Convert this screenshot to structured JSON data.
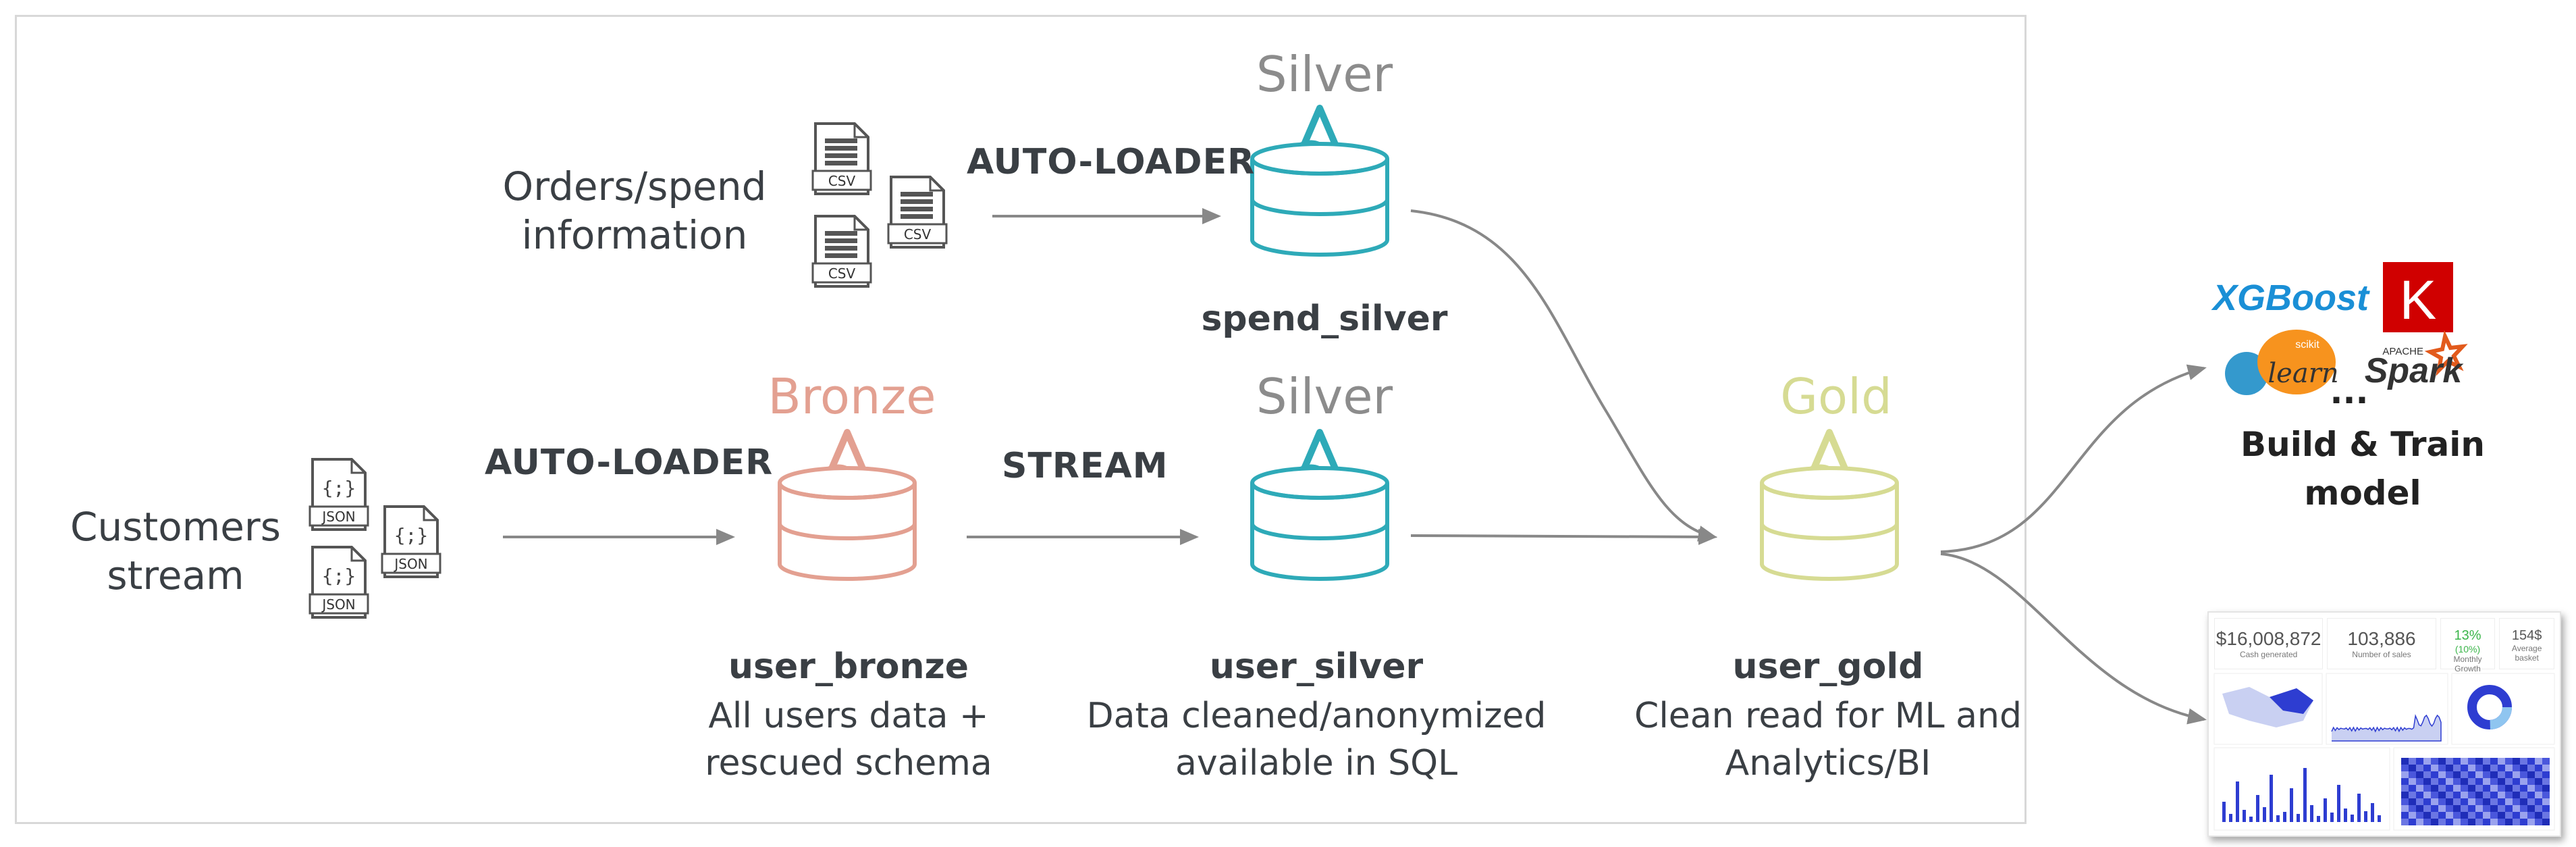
{
  "tiers": {
    "silver_top": "Silver",
    "bronze": "Bronze",
    "silver_mid": "Silver",
    "gold": "Gold"
  },
  "sources": {
    "orders": [
      "Orders/spend",
      "information"
    ],
    "customers": [
      "Customers",
      "stream"
    ]
  },
  "file_labels": {
    "csv": "CSV",
    "json": "JSON",
    "json_glyph": "{;}"
  },
  "edges": {
    "orders_loader": "AUTO-LOADER",
    "customers_loader": "AUTO-LOADER",
    "stream": "STREAM"
  },
  "tables": {
    "spend_silver": "spend_silver",
    "user_bronze": {
      "name": "user_bronze",
      "desc": [
        "All users data +",
        "rescued schema"
      ]
    },
    "user_silver": {
      "name": "user_silver",
      "desc": [
        "Data cleaned/anonymized",
        "available in SQL"
      ]
    },
    "user_gold": {
      "name": "user_gold",
      "desc": [
        "Clean read for ML and",
        "Analytics/BI"
      ]
    }
  },
  "ml": {
    "logos": {
      "xgboost": "XGBoost",
      "keras": "K",
      "sklearn_small": "scikit",
      "sklearn": "learn",
      "spark_small": "APACHE",
      "spark": "Spark"
    },
    "ellipsis": "...",
    "caption": [
      "Build & Train",
      "model"
    ]
  },
  "dashboard": {
    "kpis": [
      {
        "value": "$16,008,872",
        "label": "Cash generated"
      },
      {
        "value": "103,886",
        "label": "Number of sales"
      },
      {
        "value": "13%",
        "sub": "(10%)",
        "label": "Monthly Growth"
      },
      {
        "value": "154$",
        "label": "Average basket"
      }
    ]
  },
  "colors": {
    "silver_db": "#2eaab8",
    "bronze_db": "#e3a091",
    "gold_db": "#d6db93",
    "arrow": "#888888",
    "xgboost": "#1a8fd6",
    "keras": "#d00000",
    "sklearn_orange": "#f7931e",
    "sklearn_blue": "#3499cd",
    "spark_orange": "#e25a1c",
    "dash_blue": "#2e3dd1"
  }
}
